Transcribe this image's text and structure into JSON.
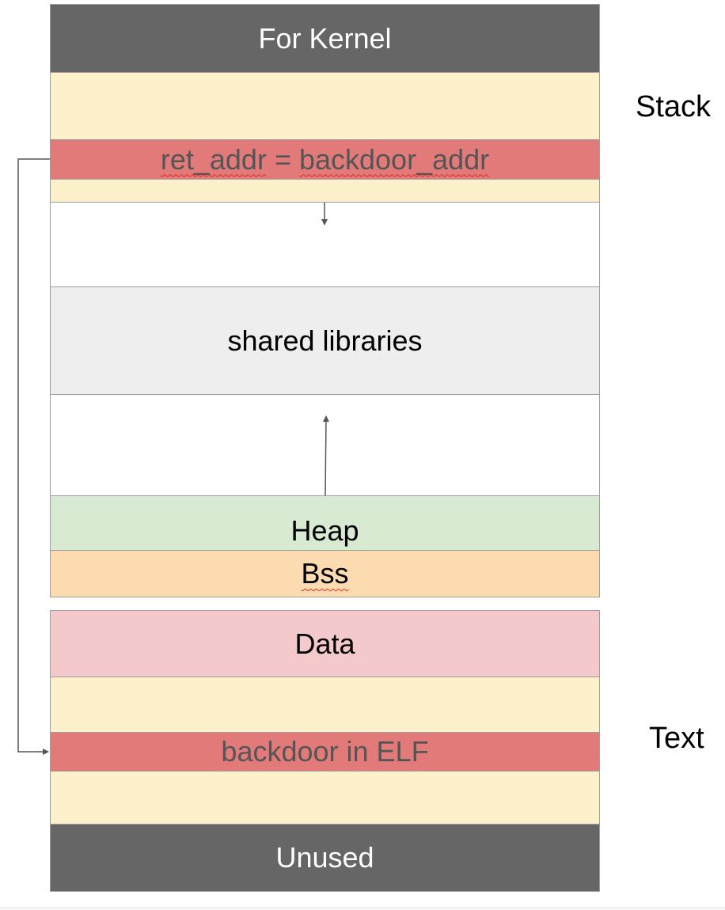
{
  "memory_layout": {
    "for_kernel": "For Kernel",
    "ret_addr_part1": "ret_addr",
    "ret_addr_eq": " = ",
    "ret_addr_part2": "backdoor_addr",
    "shared_libraries": "shared libraries",
    "heap": "Heap",
    "bss": "Bss",
    "data": "Data",
    "backdoor": "backdoor in ELF",
    "unused": "Unused"
  },
  "side_labels": {
    "stack": "Stack",
    "text": "Text"
  },
  "colors": {
    "dark_segment": "#666666",
    "cream": "#fdf1cc",
    "highlight_red": "#e27a7a",
    "shared_gray": "#eeeeee",
    "heap_green": "#d9ead3",
    "bss_orange": "#fddbb0",
    "data_pink": "#f3c9cb"
  }
}
